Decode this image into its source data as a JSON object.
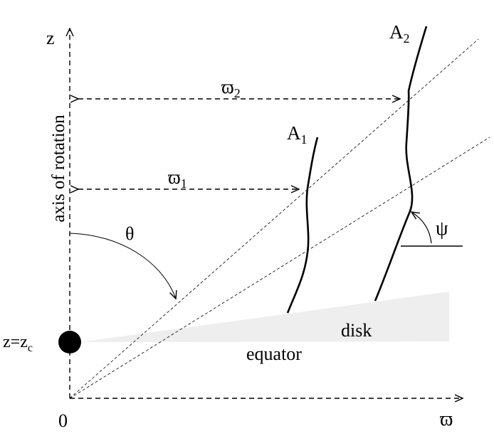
{
  "labels": {
    "z_axis": "z",
    "origin": "0",
    "varpi_axis": "ϖ",
    "axis_of_rotation": "axis of rotation",
    "theta": "θ",
    "psi": "ψ",
    "a1": "A",
    "a1_sub": "1",
    "a2": "A",
    "a2_sub": "2",
    "varpi1": "ϖ",
    "varpi1_sub": "1",
    "varpi2": "ϖ",
    "varpi2_sub": "2",
    "zc_prefix": "z=z",
    "zc_sub": "c",
    "disk": "disk",
    "equator": "equator"
  },
  "colors": {
    "ink": "#000000",
    "disk_fill": "#eeeeee"
  }
}
